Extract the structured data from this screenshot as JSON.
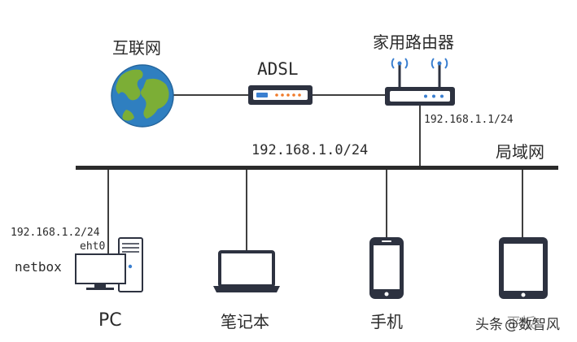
{
  "labels": {
    "internet": "互联网",
    "adsl": "ADSL",
    "router": "家用路由器",
    "router_ip": "192.168.1.1/24",
    "subnet": "192.168.1.0/24",
    "lan": "局域网",
    "pc_ip": "192.168.1.2/24",
    "pc_iface": "eht0",
    "pc_host": "netbox",
    "pc": "PC",
    "laptop": "笔记本",
    "phone": "手机",
    "tablet": "平板"
  },
  "watermark": {
    "prefix": "头条",
    "handle": "@数智风"
  },
  "colors": {
    "line": "#3f3f3f",
    "globe_ocean": "#2f7fc0",
    "globe_land": "#7cae36",
    "device_dark": "#2d3240",
    "led_orange": "#f07a2a",
    "led_blue": "#3a7fd0"
  }
}
